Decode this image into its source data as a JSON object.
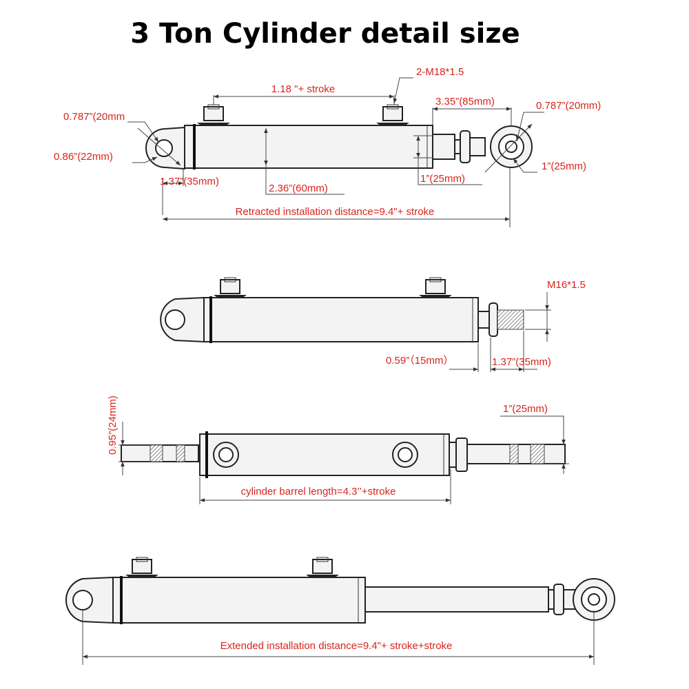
{
  "title": "3 Ton Cylinder detail size",
  "view1": {
    "port_spacing": "1.18 \"+ stroke",
    "port_thread": "2-M18*1.5",
    "rod_length": "3.35”(85mm)",
    "eye_left_hole": "0.787”(20mm",
    "eye_left_width": "0.86”(22mm)",
    "eye_right_hole": "0.787”(20mm)",
    "eye_right_width": "1”(25mm)",
    "eye_offset": "1.37”(35mm)",
    "barrel_diameter": "2.36”(60mm)",
    "rod_diameter": "1”(25mm)",
    "retracted": "Retracted installation distance=9.4\"+ stroke"
  },
  "view2": {
    "thread": "M16*1.5",
    "nut_length": "0.59”（15mm）",
    "thread_length": "1.37”(35mm)"
  },
  "view3": {
    "left_width": "0.95”(24mm)",
    "right_width": "1”(25mm)",
    "barrel_length": "cylinder barrel length=4.3’’+stroke"
  },
  "view4": {
    "extended": "Extended installation distance=9.4\"+ stroke+stroke"
  },
  "colors": {
    "label": "#d8241c",
    "line": "#222222",
    "body": "#f3f3f3"
  }
}
